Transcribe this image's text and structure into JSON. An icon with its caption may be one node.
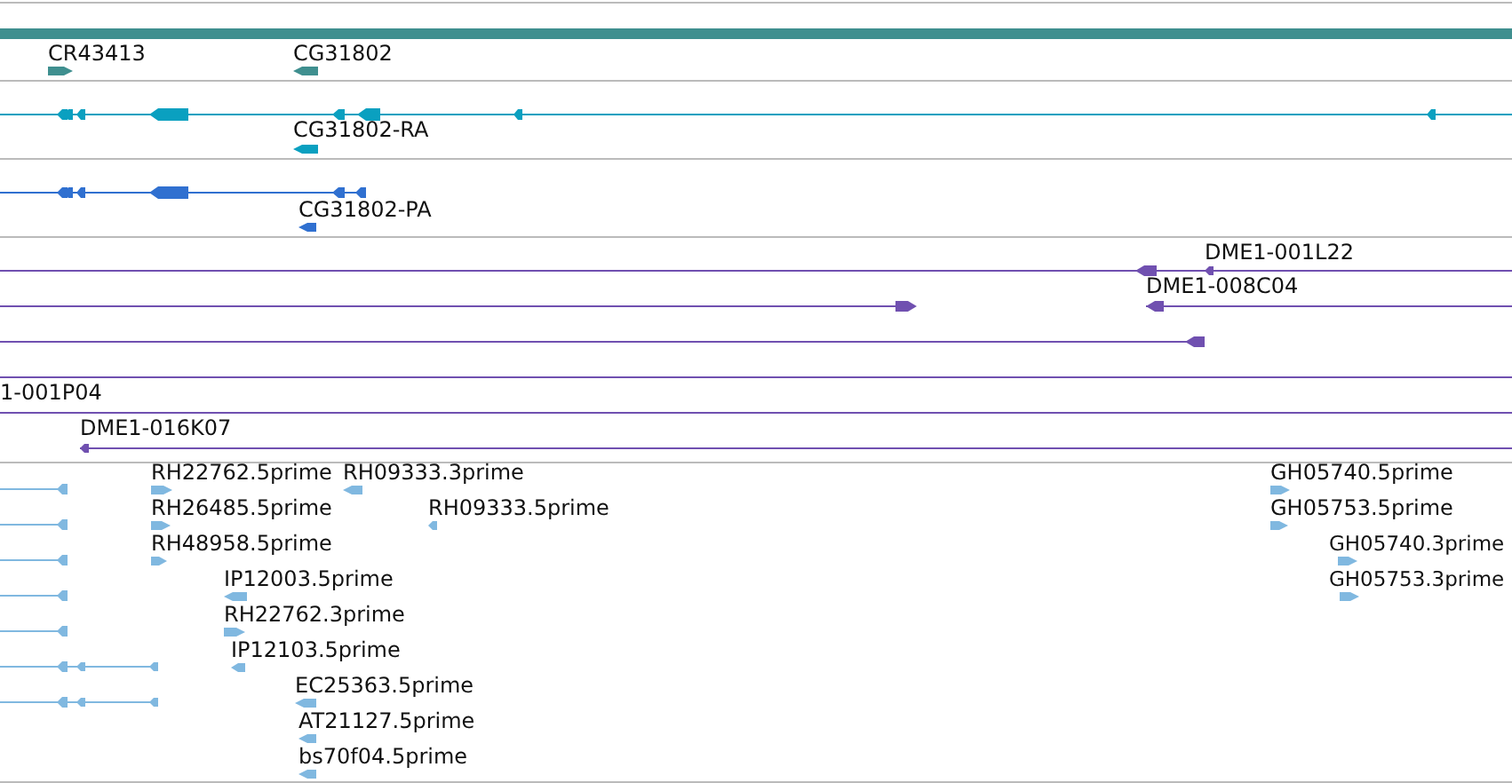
{
  "diagram": {
    "labels": [
      "CR43413",
      "CG31802",
      "CG31802-RA",
      "CG31802-PA",
      "DME1-001L22",
      "DME1-008C04",
      "1-001P04",
      "DME1-016K07",
      "RH22762.5prime",
      "RH09333.3prime",
      "GH05740.5prime",
      "RH26485.5prime",
      "RH09333.5prime",
      "GH05753.5prime",
      "RH48958.5prime",
      "GH05740.3prime",
      "IP12003.5prime",
      "GH05753.3prime",
      "RH22762.3prime",
      "IP12103.5prime",
      "EC25363.5prime",
      "AT21127.5prime",
      "bs70f04.5prime"
    ]
  }
}
